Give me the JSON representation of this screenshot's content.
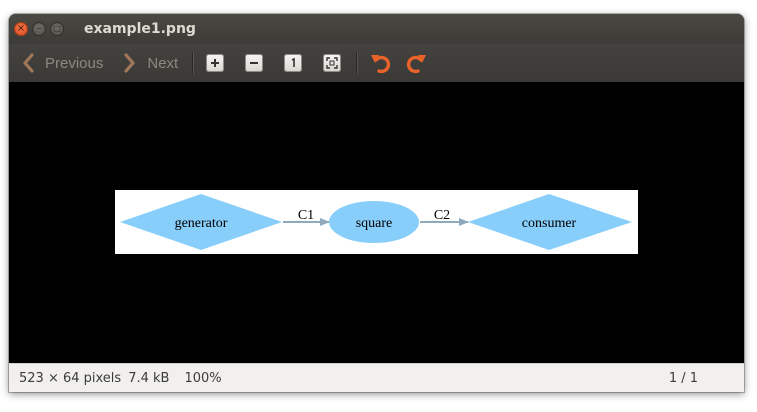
{
  "window": {
    "title": "example1.png",
    "buttons": {
      "close": "×",
      "minimize": "–",
      "maximize": "□"
    }
  },
  "toolbar": {
    "previous_label": "Previous",
    "next_label": "Next",
    "icons": [
      "zoom-in-icon",
      "zoom-out-icon",
      "normal-size-icon",
      "best-fit-icon",
      "rotate-left-icon",
      "rotate-right-icon"
    ],
    "rotate_color": "#e8622a"
  },
  "image": {
    "background": "#ffffff",
    "node_color": "#87cefa",
    "edge_color": "#8fa9bd",
    "nodes": [
      {
        "id": "generator",
        "label": "generator",
        "shape": "diamond"
      },
      {
        "id": "square",
        "label": "square",
        "shape": "ellipse"
      },
      {
        "id": "consumer",
        "label": "consumer",
        "shape": "diamond"
      }
    ],
    "edges": [
      {
        "from": "generator",
        "to": "square",
        "label": "C1"
      },
      {
        "from": "square",
        "to": "consumer",
        "label": "C2"
      }
    ]
  },
  "status": {
    "dimensions": "523 × 64 pixels",
    "size": "7.4 kB",
    "zoom": "100%",
    "page": "1 / 1"
  }
}
